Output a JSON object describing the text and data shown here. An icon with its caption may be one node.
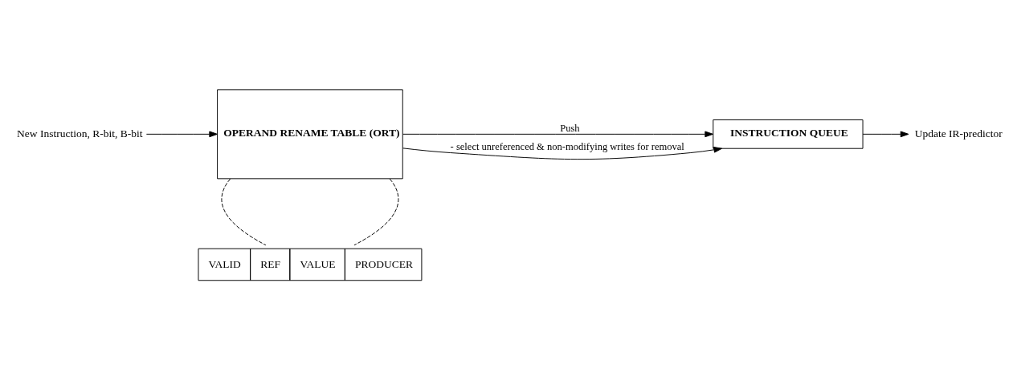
{
  "diagram": {
    "nodes": [
      {
        "text": [
          "New Instruction, R-bit, B-bit"
        ]
      },
      {
        "text": [
          "OPERAND RENAME TABLE (ORT)"
        ]
      },
      {
        "text": [
          "INSTRUCTION QUEUE"
        ]
      },
      {
        "text": [
          "Update IR-predictor"
        ]
      },
      {
        "text": [
          "VALID",
          "REF",
          "VALUE",
          "PRODUCER"
        ]
      }
    ],
    "edges": [
      {
        "from": 0,
        "to": 1,
        "arrow": "to"
      },
      {
        "from": 1,
        "to": 2,
        "arrow": "to",
        "label": "Push"
      },
      {
        "from": 2,
        "to": 3,
        "arrow": "to"
      },
      {
        "from": 1,
        "to": 2,
        "arrow": "to",
        "label": "- select unreferenced & non-modifying writes for removal"
      },
      {
        "from": 1,
        "to": 4,
        "arrow": "none",
        "style": "dashed"
      },
      {
        "from": 1,
        "to": 4,
        "arrow": "none",
        "style": "dashed"
      }
    ]
  }
}
